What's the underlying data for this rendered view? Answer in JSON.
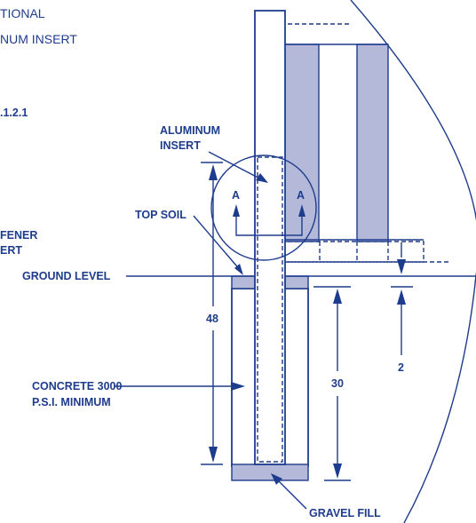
{
  "labels": {
    "header_line1": "TIONAL",
    "header_line2": "NUM INSERT",
    "ref": ".1.2.1",
    "stiffener_line1": "FENER",
    "stiffener_line2": "ERT",
    "aluminum_insert_line1": "ALUMINUM",
    "aluminum_insert_line2": "INSERT",
    "section_left": "A",
    "section_right": "A",
    "top_soil": "TOP SOIL",
    "ground_level": "GROUND LEVEL",
    "concrete_line1": "CONCRETE 3000",
    "concrete_line2": "P.S.I. MINIMUM",
    "gravel_fill": "GRAVEL FILL"
  },
  "dimensions": {
    "post_depth": "48",
    "hole_depth": "30",
    "rail_gap": "2"
  },
  "colors": {
    "line": "#1e3c8c",
    "fill": "#b5b9d9",
    "background": "#ffffff"
  }
}
